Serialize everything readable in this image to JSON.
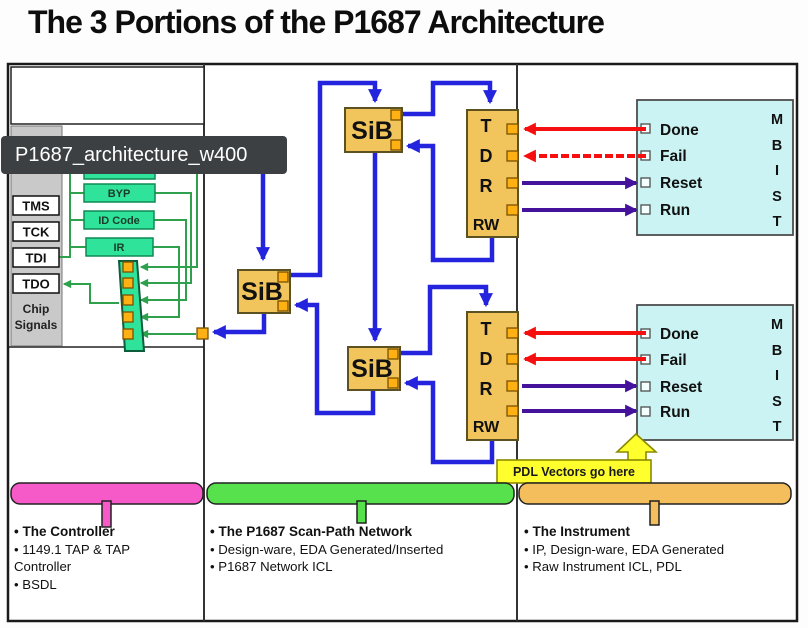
{
  "title": "The 3 Portions of the P1687 Architecture",
  "tooltip": {
    "text": "P1687_architecture_w400"
  },
  "controller": {
    "tap_signals": [
      "TMS",
      "TCK",
      "TDI",
      "TDO"
    ],
    "chip_line1": "Chip",
    "chip_line2": "Signals",
    "registers": [
      "BYP",
      "ID Code",
      "IR"
    ]
  },
  "network": {
    "sib": "SiB",
    "tdr": {
      "t": "T",
      "d": "D",
      "r": "R",
      "rw": "RW"
    }
  },
  "instrument": {
    "mbist": [
      "M",
      "B",
      "I",
      "S",
      "T"
    ],
    "signals": [
      "Done",
      "Fail",
      "Reset",
      "Run"
    ],
    "pdl_label": "PDL Vectors go here"
  },
  "legend": {
    "controller": {
      "heading": "• The Controller",
      "line1": "• 1149.1 TAP & TAP",
      "line2": "Controller",
      "line3": "• BSDL"
    },
    "network": {
      "heading": "• The P1687 Scan-Path Network",
      "line1": "• Design-ware, EDA Generated/Inserted",
      "line2": "• P1687 Network ICL"
    },
    "instrument": {
      "heading": "• The Instrument",
      "line1": "• IP, Design-ware, EDA Generated",
      "line2": "• Raw Instrument ICL, PDL"
    }
  },
  "colors": {
    "wire_blue": "#2424DE",
    "arrow_red": "#F50F0F",
    "arrow_purple": "#45129B",
    "wire_green": "#2FA04C",
    "box_tan": "#F2C55C",
    "register_green": "#2FE39B",
    "mbist_cyan": "#CBF3F3",
    "brace_pink": "#F659C8",
    "brace_green": "#57E14C",
    "brace_orange": "#F5BE5C",
    "note_yellow": "#FFFF2E",
    "tooltip_bg": "#3C4043"
  }
}
